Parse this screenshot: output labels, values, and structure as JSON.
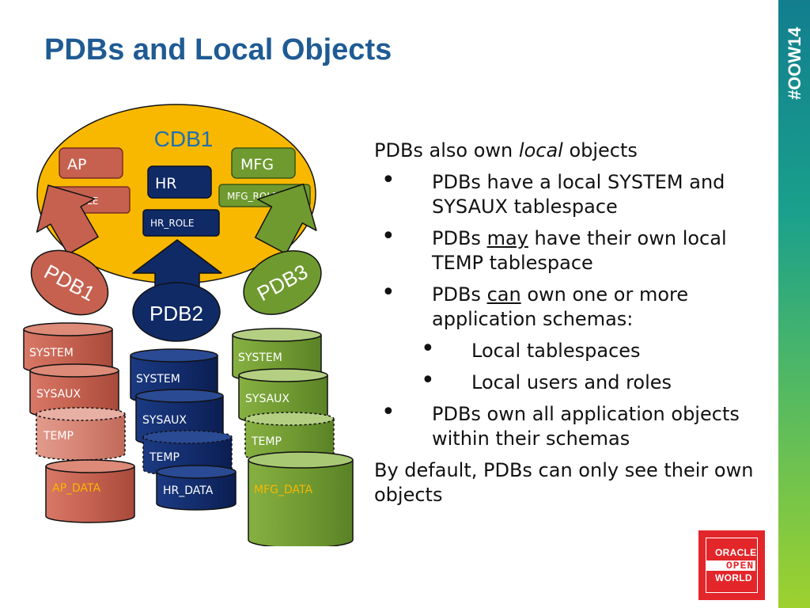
{
  "slide": {
    "title": "PDBs and Local Objects",
    "hashtag": "#OOW14"
  },
  "diagram": {
    "cdb_label": "CDB1",
    "objects": {
      "ap": "AP",
      "ap_role": "AP_ROLE",
      "hr": "HR",
      "hr_role": "HR_ROLE",
      "mfg": "MFG",
      "mfg_role": "MFG_ROLE"
    },
    "pdbs": {
      "pdb1": "PDB1",
      "pdb2": "PDB2",
      "pdb3": "PDB3"
    },
    "tablespaces": {
      "pdb1": [
        "SYSTEM",
        "SYSAUX",
        "TEMP",
        "AP_DATA"
      ],
      "pdb2": [
        "SYSTEM",
        "SYSAUX",
        "TEMP",
        "HR_DATA"
      ],
      "pdb3": [
        "SYSTEM",
        "SYSAUX",
        "TEMP",
        "MFG_DATA"
      ]
    },
    "colors": {
      "cdb_fill": "#f9b800",
      "pdb1_fill": "#c6614f",
      "pdb2_fill": "#102a66",
      "pdb3_fill": "#6f9a30",
      "title_blue": "#1f5b93"
    }
  },
  "content": {
    "intro": {
      "before": "PDBs also own ",
      "italic": "local",
      "after": " objects"
    },
    "bullet_glyph": "•",
    "b1": "PDBs have a local SYSTEM and SYSAUX tablespace",
    "b2": {
      "before": "PDBs ",
      "underlined": "may",
      "after": " have their own local TEMP tablespace"
    },
    "b3": {
      "before": "PDBs ",
      "underlined": "can",
      "after": " own one or more application schemas:"
    },
    "b3_sub1": "Local tablespaces",
    "b3_sub2": "Local users and roles",
    "b4": "PDBs own all application objects within their schemas",
    "closing": "By default, PDBs can only see their own objects"
  },
  "logo": {
    "line1": "ORACLE",
    "line2": "OPEN",
    "line3": "WORLD"
  }
}
